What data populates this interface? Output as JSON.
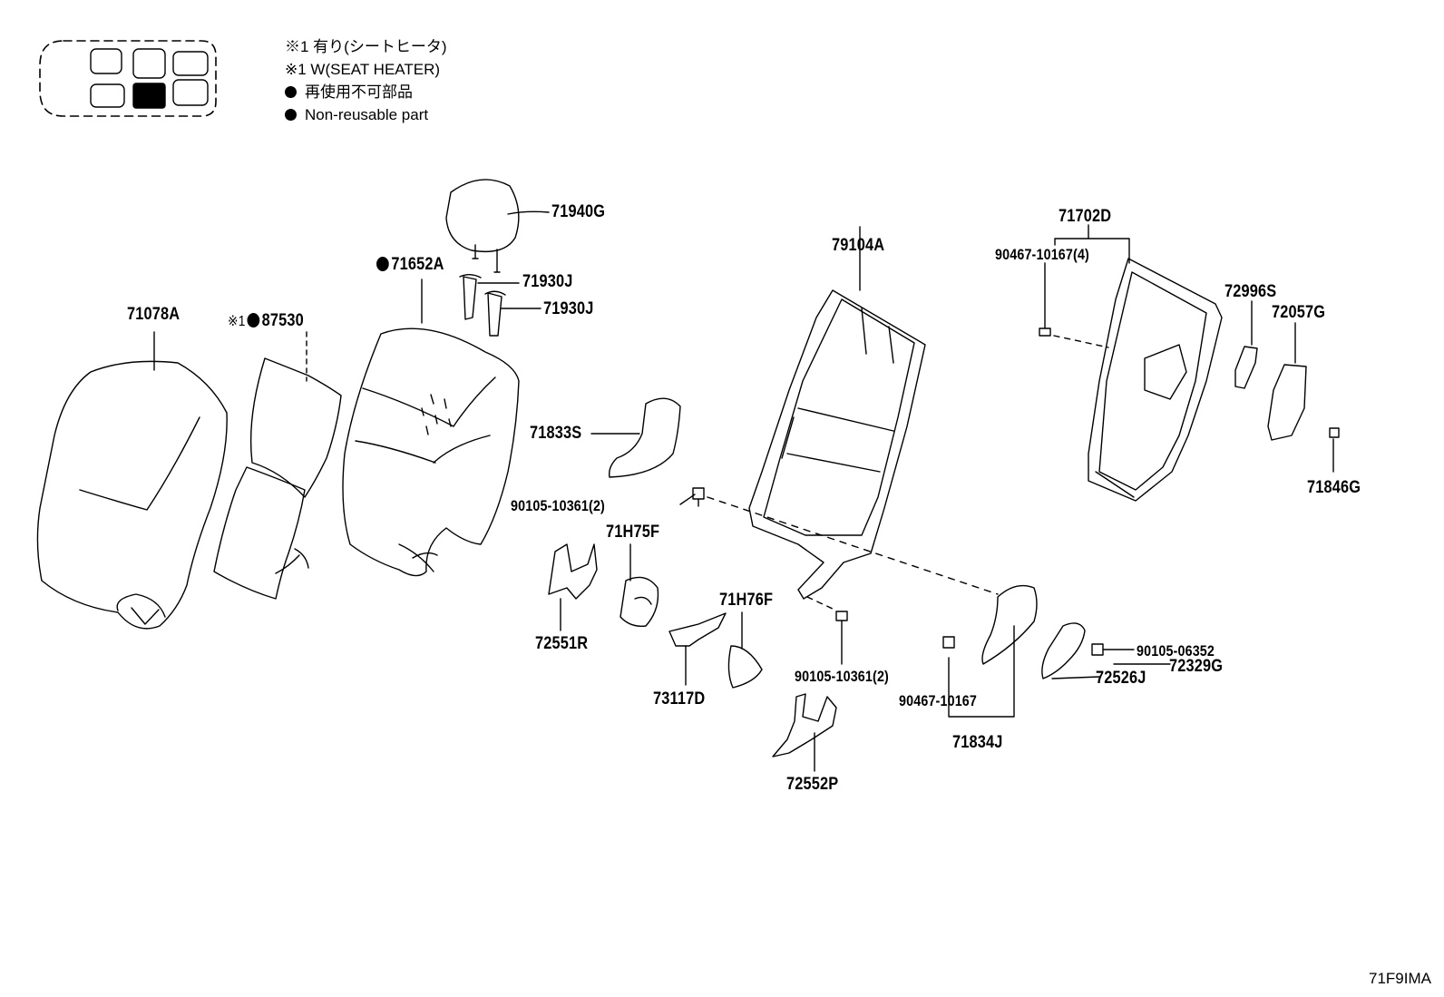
{
  "legend": {
    "line1": "※1 有り(シートヒータ)",
    "line2": "※1 W(SEAT HEATER)",
    "line3": "再使用不可部品",
    "line4": "Non-reusable part"
  },
  "parts": {
    "p71940G": "71940G",
    "p71652A": "71652A",
    "p71930J_a": "71930J",
    "p71930J_b": "71930J",
    "p71078A": "71078A",
    "p87530_mark": "※1",
    "p87530": "87530",
    "p79104A": "79104A",
    "p71702D": "71702D",
    "p90467_10167_4": "90467-10167(4)",
    "p72996S": "72996S",
    "p72057G": "72057G",
    "p71833S": "71833S",
    "p90105_10361_2a": "90105-10361(2)",
    "p71H75F": "71H75F",
    "p71H76F": "71H76F",
    "p72551R": "72551R",
    "p73117D": "73117D",
    "p90105_10361_2b": "90105-10361(2)",
    "p90467_10167": "90467-10167",
    "p71834J": "71834J",
    "p72552P": "72552P",
    "p90105_06352": "90105-06352",
    "p72329G": "72329G",
    "p72526J": "72526J",
    "p71846G": "71846G"
  },
  "footer": {
    "code": "71F9IMA"
  }
}
